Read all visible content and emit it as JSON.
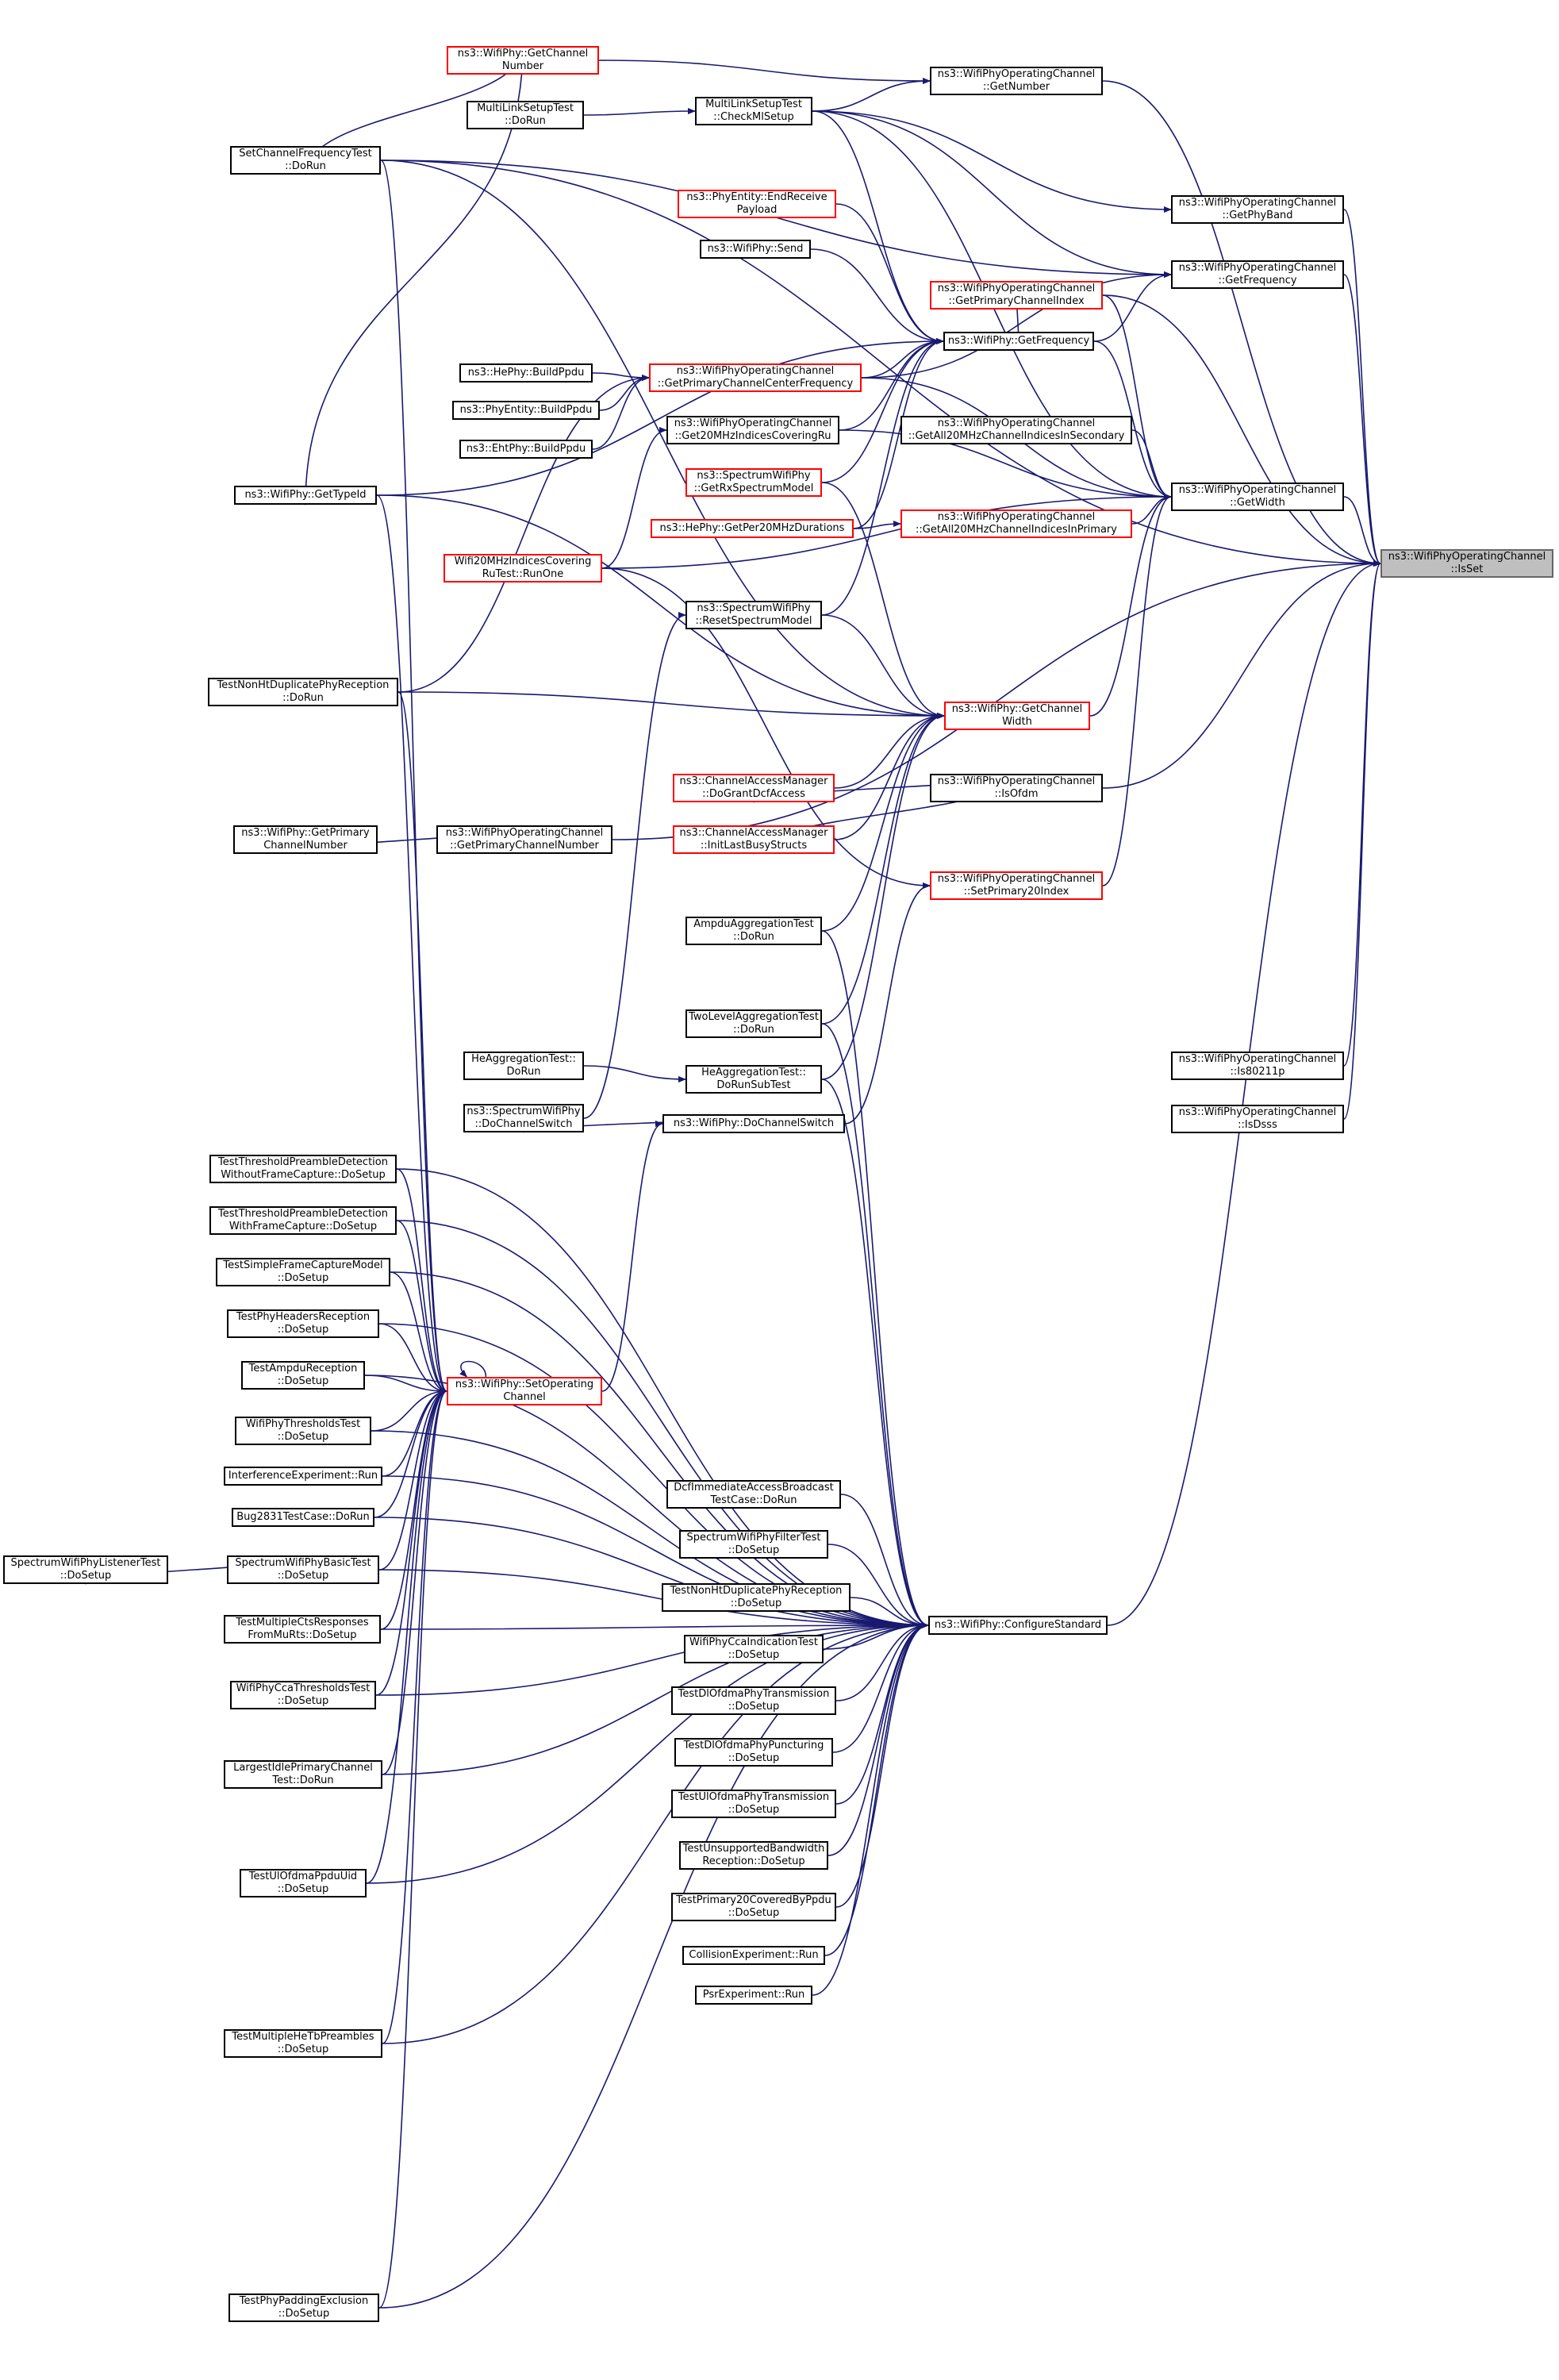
{
  "colors": {
    "edge": "#191970",
    "border": "#000000",
    "truncated": "#ff0000",
    "current_fill": "#bfbfbf"
  },
  "nodes": [
    {
      "id": "isset",
      "lines": [
        "ns3::WifiPhyOperatingChannel",
        "::IsSet"
      ],
      "current": true
    },
    {
      "id": "getnumber",
      "lines": [
        "ns3::WifiPhyOperatingChannel",
        "::GetNumber"
      ]
    },
    {
      "id": "getphyband",
      "lines": [
        "ns3::WifiPhyOperatingChannel",
        "::GetPhyBand"
      ]
    },
    {
      "id": "getfrequency_oc",
      "lines": [
        "ns3::WifiPhyOperatingChannel",
        "::GetFrequency"
      ]
    },
    {
      "id": "getwidth",
      "lines": [
        "ns3::WifiPhyOperatingChannel",
        "::GetWidth"
      ]
    },
    {
      "id": "is80211p",
      "lines": [
        "ns3::WifiPhyOperatingChannel",
        "::Is80211p"
      ]
    },
    {
      "id": "isdsss",
      "lines": [
        "ns3::WifiPhyOperatingChannel",
        "::IsDsss"
      ]
    },
    {
      "id": "getchannelnumber",
      "lines": [
        "ns3::WifiPhy::GetChannel",
        "Number"
      ],
      "red": true
    },
    {
      "id": "mlsetup_dorun",
      "lines": [
        "MultiLinkSetupTest",
        "::DoRun"
      ]
    },
    {
      "id": "checkmlsetup",
      "lines": [
        "MultiLinkSetupTest",
        "::CheckMlSetup"
      ]
    },
    {
      "id": "setchanfreq",
      "lines": [
        "SetChannelFrequencyTest",
        "::DoRun"
      ]
    },
    {
      "id": "endreceive",
      "lines": [
        "ns3::PhyEntity::EndReceive",
        "Payload"
      ],
      "red": true
    },
    {
      "id": "phy_send",
      "lines": [
        "ns3::WifiPhy::Send"
      ]
    },
    {
      "id": "getprimarychannelindex",
      "lines": [
        "ns3::WifiPhyOperatingChannel",
        "::GetPrimaryChannelIndex"
      ],
      "red": true
    },
    {
      "id": "phy_getfrequency",
      "lines": [
        "ns3::WifiPhy::GetFrequency"
      ]
    },
    {
      "id": "hephy_buildppdu",
      "lines": [
        "ns3::HePhy::BuildPpdu"
      ]
    },
    {
      "id": "getprimarycenterfreq",
      "lines": [
        "ns3::WifiPhyOperatingChannel",
        "::GetPrimaryChannelCenterFrequency"
      ],
      "red": true
    },
    {
      "id": "phyentity_buildppdu",
      "lines": [
        "ns3::PhyEntity::BuildPpdu"
      ]
    },
    {
      "id": "ehtphy_buildppdu",
      "lines": [
        "ns3::EhtPhy::BuildPpdu"
      ]
    },
    {
      "id": "get20mhzcovering",
      "lines": [
        "ns3::WifiPhyOperatingChannel",
        "::Get20MHzIndicesCoveringRu"
      ]
    },
    {
      "id": "getall20secondary",
      "lines": [
        "ns3::WifiPhyOperatingChannel",
        "::GetAll20MHzChannelIndicesInSecondary"
      ]
    },
    {
      "id": "getrxspectrummodel",
      "lines": [
        "ns3::SpectrumWifiPhy",
        "::GetRxSpectrumModel"
      ],
      "red": true
    },
    {
      "id": "getper20",
      "lines": [
        "ns3::HePhy::GetPer20MHzDurations"
      ],
      "red": true
    },
    {
      "id": "getall20primary",
      "lines": [
        "ns3::WifiPhyOperatingChannel",
        "::GetAll20MHzChannelIndicesInPrimary"
      ],
      "red": true
    },
    {
      "id": "getchannelwidth",
      "lines": [
        "ns3::WifiPhy::GetChannel",
        "Width"
      ],
      "red": true
    },
    {
      "id": "phy_gettypeid",
      "lines": [
        "ns3::WifiPhy::GetTypeId"
      ]
    },
    {
      "id": "wifi20mhz",
      "lines": [
        "Wifi20MHzIndicesCovering",
        "RuTest::RunOne"
      ],
      "red": true
    },
    {
      "id": "resetspectrummodel",
      "lines": [
        "ns3::SpectrumWifiPhy",
        "::ResetSpectrumModel"
      ]
    },
    {
      "id": "testnonht_dorun",
      "lines": [
        "TestNonHtDuplicatePhyReception",
        "::DoRun"
      ]
    },
    {
      "id": "dogrant",
      "lines": [
        "ns3::ChannelAccessManager",
        "::DoGrantDcfAccess"
      ],
      "red": true
    },
    {
      "id": "isofdm",
      "lines": [
        "ns3::WifiPhyOperatingChannel",
        "::IsOfdm"
      ]
    },
    {
      "id": "initlastbusy",
      "lines": [
        "ns3::ChannelAccessManager",
        "::InitLastBusyStructs"
      ],
      "red": true
    },
    {
      "id": "phy_getprimarychannelnumber",
      "lines": [
        "ns3::WifiPhy::GetPrimary",
        "ChannelNumber"
      ]
    },
    {
      "id": "getprimarychannelnumber",
      "lines": [
        "ns3::WifiPhyOperatingChannel",
        "::GetPrimaryChannelNumber"
      ]
    },
    {
      "id": "setprimary20",
      "lines": [
        "ns3::WifiPhyOperatingChannel",
        "::SetPrimary20Index"
      ],
      "red": true
    },
    {
      "id": "ampdu_dorun",
      "lines": [
        "AmpduAggregationTest",
        "::DoRun"
      ]
    },
    {
      "id": "twolevel_dorun",
      "lines": [
        "TwoLevelAggregationTest",
        "::DoRun"
      ]
    },
    {
      "id": "heagg_dorun",
      "lines": [
        "HeAggregationTest::",
        "DoRun"
      ]
    },
    {
      "id": "heagg_dorunsub",
      "lines": [
        "HeAggregationTest::",
        "DoRunSubTest"
      ]
    },
    {
      "id": "spectrum_dochannelswitch",
      "lines": [
        "ns3::SpectrumWifiPhy",
        "::DoChannelSwitch"
      ]
    },
    {
      "id": "phy_dochannelswitch",
      "lines": [
        "ns3::WifiPhy::DoChannelSwitch"
      ]
    },
    {
      "id": "ttpd_nocapture",
      "lines": [
        "TestThresholdPreambleDetection",
        "WithoutFrameCapture::DoSetup"
      ]
    },
    {
      "id": "ttpd_capture",
      "lines": [
        "TestThresholdPreambleDetection",
        "WithFrameCapture::DoSetup"
      ]
    },
    {
      "id": "tsimplecapture",
      "lines": [
        "TestSimpleFrameCaptureModel",
        "::DoSetup"
      ]
    },
    {
      "id": "tphyheaders",
      "lines": [
        "TestPhyHeadersReception",
        "::DoSetup"
      ]
    },
    {
      "id": "tampdureception",
      "lines": [
        "TestAmpduReception",
        "::DoSetup"
      ]
    },
    {
      "id": "setoperatingchannel",
      "lines": [
        "ns3::WifiPhy::SetOperating",
        "Channel"
      ],
      "red": true
    },
    {
      "id": "wifiphythresholds",
      "lines": [
        "WifiPhyThresholdsTest",
        "::DoSetup"
      ]
    },
    {
      "id": "interference_run",
      "lines": [
        "InterferenceExperiment::Run"
      ]
    },
    {
      "id": "bug2831",
      "lines": [
        "Bug2831TestCase::DoRun"
      ]
    },
    {
      "id": "spectrumlistener",
      "lines": [
        "SpectrumWifiPhyListenerTest",
        "::DoSetup"
      ]
    },
    {
      "id": "spectrumbasic",
      "lines": [
        "SpectrumWifiPhyBasicTest",
        "::DoSetup"
      ]
    },
    {
      "id": "tmultiplects",
      "lines": [
        "TestMultipleCtsResponses",
        "FromMuRts::DoSetup"
      ]
    },
    {
      "id": "ccathresholds",
      "lines": [
        "WifiPhyCcaThresholdsTest",
        "::DoSetup"
      ]
    },
    {
      "id": "largestidle",
      "lines": [
        "LargestIdlePrimaryChannel",
        "Test::DoRun"
      ]
    },
    {
      "id": "tulofdmuid",
      "lines": [
        "TestUlOfdmaPpduUid",
        "::DoSetup"
      ]
    },
    {
      "id": "tmultiplehetb",
      "lines": [
        "TestMultipleHeTbPreambles",
        "::DoSetup"
      ]
    },
    {
      "id": "tpadding",
      "lines": [
        "TestPhyPaddingExclusion",
        "::DoSetup"
      ]
    },
    {
      "id": "dcfimmediate",
      "lines": [
        "DcfImmediateAccessBroadcast",
        "TestCase::DoRun"
      ]
    },
    {
      "id": "spectrumfilter",
      "lines": [
        "SpectrumWifiPhyFilterTest",
        "::DoSetup"
      ]
    },
    {
      "id": "tnonht_setup",
      "lines": [
        "TestNonHtDuplicatePhyReception",
        "::DoSetup"
      ]
    },
    {
      "id": "ccaindication",
      "lines": [
        "WifiPhyCcaIndicationTest",
        "::DoSetup"
      ]
    },
    {
      "id": "tdlofdma",
      "lines": [
        "TestDlOfdmaPhyTransmission",
        "::DoSetup"
      ]
    },
    {
      "id": "tdlpuncturing",
      "lines": [
        "TestDlOfdmaPhyPuncturing",
        "::DoSetup"
      ]
    },
    {
      "id": "tulofdma",
      "lines": [
        "TestUlOfdmaPhyTransmission",
        "::DoSetup"
      ]
    },
    {
      "id": "tunsupported",
      "lines": [
        "TestUnsupportedBandwidth",
        "Reception::DoSetup"
      ]
    },
    {
      "id": "tprimary20",
      "lines": [
        "TestPrimary20CoveredByPpdu",
        "::DoSetup"
      ]
    },
    {
      "id": "collision_run",
      "lines": [
        "CollisionExperiment::Run"
      ]
    },
    {
      "id": "psr_run",
      "lines": [
        "PsrExperiment::Run"
      ]
    },
    {
      "id": "configurestandard",
      "lines": [
        "ns3::WifiPhy::ConfigureStandard"
      ]
    }
  ],
  "edges": [
    [
      "getnumber",
      "isset"
    ],
    [
      "getphyband",
      "isset"
    ],
    [
      "getfrequency_oc",
      "isset"
    ],
    [
      "getwidth",
      "isset"
    ],
    [
      "is80211p",
      "isset"
    ],
    [
      "isdsss",
      "isset"
    ],
    [
      "isofdm",
      "isset"
    ],
    [
      "getprimarychannelnumber",
      "isset"
    ],
    [
      "configurestandard",
      "isset"
    ],
    [
      "setchanfreq",
      "isset"
    ],
    [
      "getprimarychannelindex",
      "isset"
    ],
    [
      "getchannelnumber",
      "getnumber"
    ],
    [
      "checkmlsetup",
      "getnumber"
    ],
    [
      "checkmlsetup",
      "getphyband"
    ],
    [
      "mlsetup_dorun",
      "checkmlsetup"
    ],
    [
      "getchannelnumber",
      "setchanfreq"
    ],
    [
      "getchannelnumber",
      "phy_gettypeid"
    ],
    [
      "phy_getfrequency",
      "getfrequency_oc"
    ],
    [
      "checkmlsetup",
      "getfrequency_oc"
    ],
    [
      "setchanfreq",
      "getfrequency_oc"
    ],
    [
      "getprimarycenterfreq",
      "getfrequency_oc"
    ],
    [
      "checkmlsetup",
      "phy_getfrequency"
    ],
    [
      "endreceive",
      "phy_getfrequency"
    ],
    [
      "phy_send",
      "phy_getfrequency"
    ],
    [
      "phy_gettypeid",
      "phy_getfrequency"
    ],
    [
      "get20mhzcovering",
      "phy_getfrequency"
    ],
    [
      "getrxspectrummodel",
      "phy_getfrequency"
    ],
    [
      "getper20",
      "phy_getfrequency"
    ],
    [
      "resetspectrummodel",
      "phy_getfrequency"
    ],
    [
      "getprimarychannelindex",
      "phy_getfrequency"
    ],
    [
      "getprimarycenterfreq",
      "phy_getfrequency"
    ],
    [
      "hephy_buildppdu",
      "getprimarycenterfreq"
    ],
    [
      "phyentity_buildppdu",
      "getprimarycenterfreq"
    ],
    [
      "ehtphy_buildppdu",
      "getprimarycenterfreq"
    ],
    [
      "testnonht_dorun",
      "getprimarycenterfreq"
    ],
    [
      "wifi20mhz",
      "get20mhzcovering"
    ],
    [
      "getall20secondary",
      "getwidth"
    ],
    [
      "getall20primary",
      "getwidth"
    ],
    [
      "getchannelwidth",
      "getwidth"
    ],
    [
      "get20mhzcovering",
      "getwidth"
    ],
    [
      "getprimarycenterfreq",
      "getwidth"
    ],
    [
      "wifi20mhz",
      "getwidth"
    ],
    [
      "getprimarychannelindex",
      "getwidth"
    ],
    [
      "checkmlsetup",
      "getwidth"
    ],
    [
      "phy_getfrequency",
      "getwidth"
    ],
    [
      "setprimary20",
      "getwidth"
    ],
    [
      "getper20",
      "getall20primary"
    ],
    [
      "getrxspectrummodel",
      "getchannelwidth"
    ],
    [
      "resetspectrummodel",
      "getchannelwidth"
    ],
    [
      "testnonht_dorun",
      "getchannelwidth"
    ],
    [
      "dogrant",
      "getchannelwidth"
    ],
    [
      "initlastbusy",
      "getchannelwidth"
    ],
    [
      "phy_gettypeid",
      "getchannelwidth"
    ],
    [
      "ampdu_dorun",
      "getchannelwidth"
    ],
    [
      "twolevel_dorun",
      "getchannelwidth"
    ],
    [
      "heagg_dorunsub",
      "getchannelwidth"
    ],
    [
      "setchanfreq",
      "getchannelwidth"
    ],
    [
      "isofdm",
      "dogrant"
    ],
    [
      "isofdm",
      "initlastbusy"
    ],
    [
      "getprimarychannelnumber",
      "phy_getprimarychannelnumber"
    ],
    [
      "wifi20mhz",
      "setprimary20"
    ],
    [
      "heagg_dorun",
      "heagg_dorunsub"
    ],
    [
      "phy_dochannelswitch",
      "spectrum_dochannelswitch"
    ],
    [
      "spectrum_dochannelswitch",
      "resetspectrummodel"
    ],
    [
      "setoperatingchannel",
      "phy_dochannelswitch"
    ],
    [
      "phy_dochannelswitch",
      "setprimary20"
    ],
    [
      "ttpd_nocapture",
      "setoperatingchannel"
    ],
    [
      "ttpd_capture",
      "setoperatingchannel"
    ],
    [
      "tsimplecapture",
      "setoperatingchannel"
    ],
    [
      "tphyheaders",
      "setoperatingchannel"
    ],
    [
      "tampdureception",
      "setoperatingchannel"
    ],
    [
      "wifiphythresholds",
      "setoperatingchannel"
    ],
    [
      "interference_run",
      "setoperatingchannel"
    ],
    [
      "bug2831",
      "setoperatingchannel"
    ],
    [
      "spectrumbasic",
      "setoperatingchannel"
    ],
    [
      "tmultiplects",
      "setoperatingchannel"
    ],
    [
      "ccathresholds",
      "setoperatingchannel"
    ],
    [
      "largestidle",
      "setoperatingchannel"
    ],
    [
      "tulofdmuid",
      "setoperatingchannel"
    ],
    [
      "tmultiplehetb",
      "setoperatingchannel"
    ],
    [
      "spectrumbasic",
      "spectrumlistener"
    ],
    [
      "dcfimmediate",
      "configurestandard"
    ],
    [
      "spectrumfilter",
      "configurestandard"
    ],
    [
      "tnonht_setup",
      "configurestandard"
    ],
    [
      "ccaindication",
      "configurestandard"
    ],
    [
      "tdlofdma",
      "configurestandard"
    ],
    [
      "tdlpuncturing",
      "configurestandard"
    ],
    [
      "tulofdma",
      "configurestandard"
    ],
    [
      "tunsupported",
      "configurestandard"
    ],
    [
      "tprimary20",
      "configurestandard"
    ],
    [
      "collision_run",
      "configurestandard"
    ],
    [
      "psr_run",
      "configurestandard"
    ],
    [
      "ampdu_dorun",
      "configurestandard"
    ],
    [
      "twolevel_dorun",
      "configurestandard"
    ],
    [
      "heagg_dorunsub",
      "configurestandard"
    ],
    [
      "ttpd_nocapture",
      "configurestandard"
    ],
    [
      "ttpd_capture",
      "configurestandard"
    ],
    [
      "tsimplecapture",
      "configurestandard"
    ],
    [
      "tphyheaders",
      "configurestandard"
    ],
    [
      "tampdureception",
      "configurestandard"
    ],
    [
      "wifiphythresholds",
      "configurestandard"
    ],
    [
      "interference_run",
      "configurestandard"
    ],
    [
      "bug2831",
      "configurestandard"
    ],
    [
      "spectrumbasic",
      "configurestandard"
    ],
    [
      "tmultiplects",
      "configurestandard"
    ],
    [
      "ccathresholds",
      "configurestandard"
    ],
    [
      "largestidle",
      "configurestandard"
    ],
    [
      "tulofdmuid",
      "configurestandard"
    ],
    [
      "tmultiplehetb",
      "configurestandard"
    ],
    [
      "tpadding",
      "configurestandard"
    ],
    [
      "testnonht_dorun",
      "setoperatingchannel"
    ],
    [
      "phy_gettypeid",
      "setoperatingchannel"
    ],
    [
      "setchanfreq",
      "setoperatingchannel"
    ],
    [
      "tpadding",
      "setoperatingchannel"
    ],
    [
      "setoperatingchannel",
      "setoperatingchannel"
    ]
  ]
}
